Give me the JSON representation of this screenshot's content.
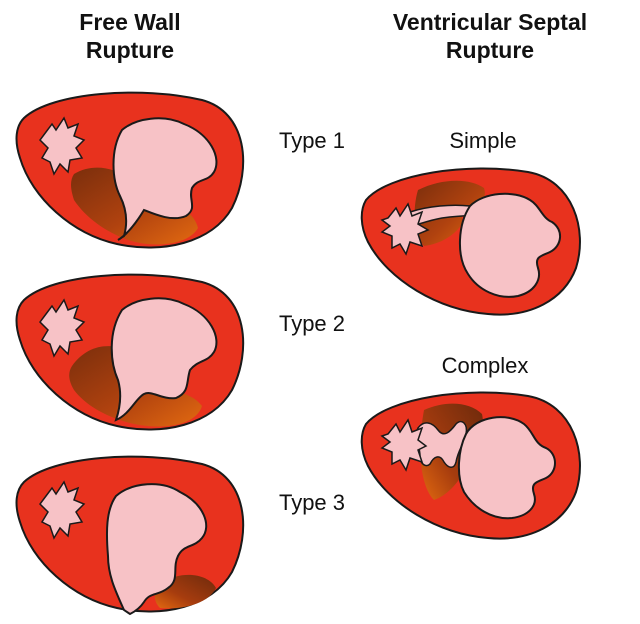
{
  "columns": {
    "free_wall": {
      "title_line1": "Free Wall",
      "title_line2": "Rupture"
    },
    "septal": {
      "title_line1": "Ventricular Septal",
      "title_line2": "Rupture"
    }
  },
  "labels": {
    "type1": "Type 1",
    "type2": "Type 2",
    "type3": "Type 3",
    "simple": "Simple",
    "complex": "Complex"
  },
  "colors": {
    "myocardium": "#e8321e",
    "outline": "#1a1a1a",
    "cavity": "#f7c2c6",
    "infarct_dark": "#6e2a0c",
    "infarct_light": "#e26a10"
  }
}
